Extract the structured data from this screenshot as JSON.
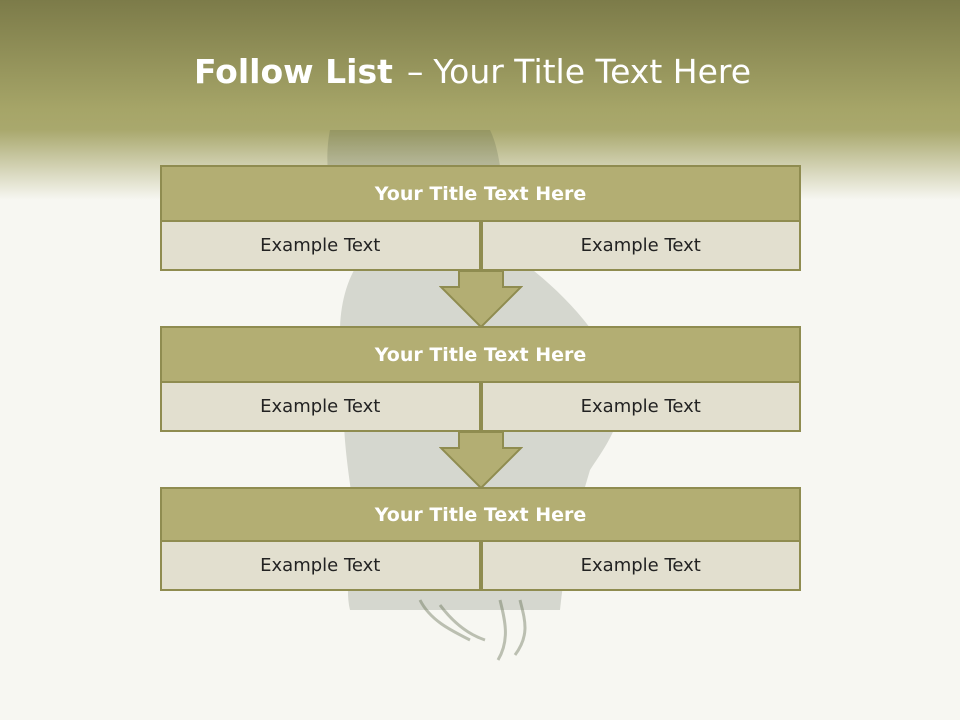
{
  "slide": {
    "title_strong": "Follow List",
    "title_separator": "–",
    "title_rest": "Your Title Text Here"
  },
  "blocks": [
    {
      "title": "Your Title Text Here",
      "cells": [
        "Example Text",
        "Example Text"
      ]
    },
    {
      "title": "Your Title Text Here",
      "cells": [
        "Example Text",
        "Example Text"
      ]
    },
    {
      "title": "Your Title Text Here",
      "cells": [
        "Example Text",
        "Example Text"
      ]
    }
  ],
  "colors": {
    "header_band": "#7c7b49",
    "block_title_fill": "#b3ae73",
    "block_cell_fill": "#e2dfcf",
    "border": "#8f8c50",
    "arrow_fill": "#b3ae73"
  },
  "background_image": "faded-bird-photo"
}
